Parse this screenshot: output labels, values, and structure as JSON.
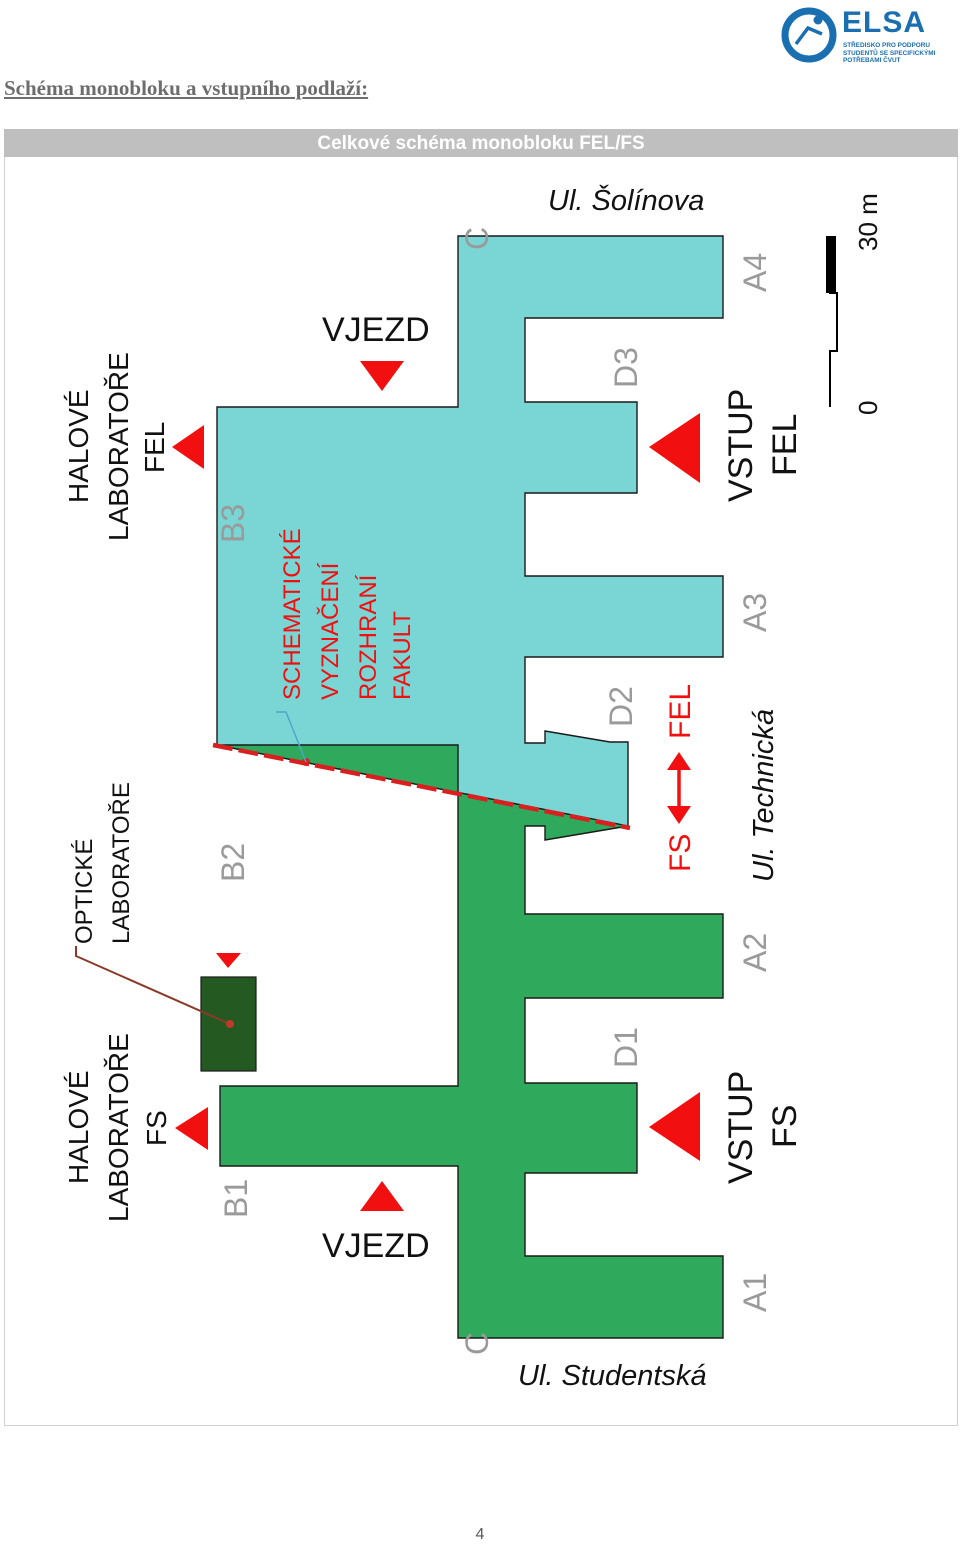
{
  "logo": {
    "word": "ELSA",
    "subtitle_lines": [
      "STŘEDISKO PRO PODPORU",
      "STUDENTŮ SE SPECIFICKÝMI",
      "POTŘEBAMI ČVUT"
    ],
    "color": "#1a6fb0"
  },
  "heading": "Schéma monobloku a vstupního podlaží:",
  "figure": {
    "caption": "Celkové schéma monobloku FEL/FS",
    "streets": {
      "top": "Ul. Šolínova",
      "bottom": "Ul. Studentská",
      "right": "Ul. Technická"
    },
    "scale": {
      "zero": "0",
      "length": "30 m"
    },
    "wings": {
      "A1": "A1",
      "A2": "A2",
      "A3": "A3",
      "A4": "A4",
      "B1": "B1",
      "B2": "B2",
      "B3": "B3",
      "D1": "D1",
      "D2": "D2",
      "D3": "D3",
      "C_top": "C",
      "C_bottom": "C"
    },
    "labels": {
      "hall_fel": [
        "HALOVÉ",
        "LABORATOŘE",
        "FEL"
      ],
      "hall_fs": [
        "HALOVÉ",
        "LABORATOŘE",
        "FS"
      ],
      "optical": [
        "OPTICKÉ",
        "LABORATOŘE"
      ],
      "vjezd_top": "VJEZD",
      "vjezd_bottom": "VJEZD",
      "vstup_fel": [
        "VSTUP",
        "FEL"
      ],
      "vstup_fs": [
        "VSTUP",
        "FS"
      ],
      "boundary": [
        "SCHEMATICKÉ",
        "VYZNAČENÍ",
        "ROZHRANÍ",
        "FAKULT"
      ],
      "fs": "FS",
      "fel": "FEL"
    },
    "colors": {
      "fel_building": "#7ad5d5",
      "fs_building": "#2faa5c",
      "optical_lab": "#245a21",
      "marker": "#f20f0f",
      "boundary_line": "#d92020",
      "wing_label": "#9a9a9a"
    }
  },
  "page_number": "4"
}
